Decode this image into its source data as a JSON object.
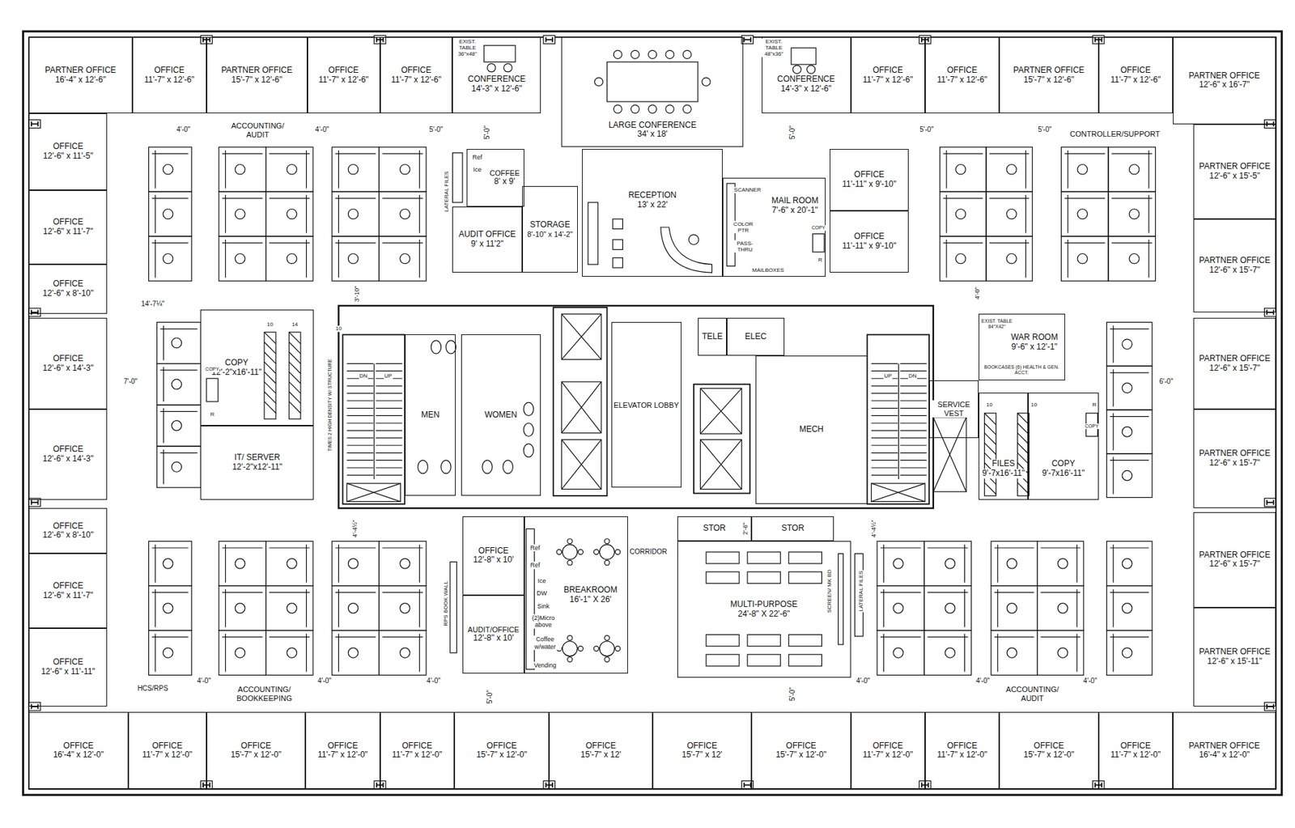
{
  "diagram": {
    "nodes": [
      {
        "text": [
          "PARTNER OFFICE",
          "16'-4\" x 12'-6\""
        ]
      },
      {
        "text": [
          "OFFICE",
          "11'-7\" x 12'-6\""
        ]
      },
      {
        "text": [
          "PARTNER OFFICE",
          "15'-7\" x 12'-6\""
        ]
      },
      {
        "text": [
          "OFFICE",
          "11'-7\" x 12'-6\""
        ]
      },
      {
        "text": [
          "OFFICE",
          "11'-7\" x 12'-6\""
        ]
      },
      {
        "text": [
          "CONFERENCE",
          "14'-3\" x 12'-6\""
        ]
      },
      {
        "text": [
          "LARGE CONFERENCE",
          "34' x 18'"
        ]
      },
      {
        "text": [
          "CONFERENCE",
          "14'-3\" x 12'-6\""
        ]
      },
      {
        "text": [
          "OFFICE",
          "11'-7\" x 12'-6\""
        ]
      },
      {
        "text": [
          "OFFICE",
          "11'-7\" x 12'-6\""
        ]
      },
      {
        "text": [
          "PARTNER OFFICE",
          "15'-7\" x 12'-6\""
        ]
      },
      {
        "text": [
          "OFFICE",
          "11'-7\" x 12'-6\""
        ]
      },
      {
        "text": [
          "PARTNER OFFICE",
          "12'-6\" x 16'-7\""
        ]
      },
      {
        "text": [
          "OFFICE",
          "12'-6\" x 11'-5\""
        ]
      },
      {
        "text": [
          "OFFICE",
          "12'-6\" x 11'-7\""
        ]
      },
      {
        "text": [
          "OFFICE",
          "12'-6\" x 8'-10\""
        ]
      },
      {
        "text": [
          "COFFEE",
          "8' x 9'"
        ]
      },
      {
        "text": [
          "AUDIT OFFICE",
          "9' x 11'2\""
        ]
      },
      {
        "text": [
          "STORAGE",
          "8'-10\" x 14'-2\""
        ]
      },
      {
        "text": [
          "RECEPTION",
          "13' x 22'"
        ]
      },
      {
        "text": [
          "MAIL ROOM",
          "7'-6\" x 20'-1\""
        ]
      },
      {
        "text": [
          "OFFICE",
          "11'-11\" x 9'-10\""
        ]
      },
      {
        "text": [
          "OFFICE",
          "11'-11\" x 9'-10\""
        ]
      },
      {
        "text": [
          "PARTNER OFFICE",
          "12'-6\" x 15'-5\""
        ]
      },
      {
        "text": [
          "PARTNER OFFICE",
          "12'-6\" x 15'-7\""
        ]
      },
      {
        "text": [
          "OFFICE",
          "12'-6\" x 14'-3\""
        ]
      },
      {
        "text": [
          "COPY",
          "12'-2\"x16'-11\""
        ]
      },
      {
        "text": [
          "MEN"
        ]
      },
      {
        "text": [
          "WOMEN"
        ]
      },
      {
        "text": [
          "ELEVATOR LOBBY"
        ]
      },
      {
        "text": [
          "TELE"
        ]
      },
      {
        "text": [
          "ELEC"
        ]
      },
      {
        "text": [
          "MECH"
        ]
      },
      {
        "text": [
          "WAR ROOM",
          "9'-6\" x 12'-1\""
        ]
      },
      {
        "text": [
          "SERVICE VEST"
        ]
      },
      {
        "text": [
          "PARTNER OFFICE",
          "12'-6\" x 15'-7\""
        ]
      },
      {
        "text": [
          "OFFICE",
          "12'-6\" x 14'-3\""
        ]
      },
      {
        "text": [
          "IT/ SERVER",
          "12'-2\"x12'-11\""
        ]
      },
      {
        "text": [
          "FILES",
          "9'-7x16'-11\""
        ]
      },
      {
        "text": [
          "COPY",
          "9'-7x16'-11\""
        ]
      },
      {
        "text": [
          "PARTNER OFFICE",
          "12'-6\" x 15'-7\""
        ]
      },
      {
        "text": [
          "OFFICE",
          "12'-6\" x 8'-10\""
        ]
      },
      {
        "text": [
          "STOR"
        ]
      },
      {
        "text": [
          "STOR"
        ]
      },
      {
        "text": [
          "OFFICE",
          "12'-8\" x 10'"
        ]
      },
      {
        "text": [
          "BREAKROOM",
          "16'-1\" X 26'"
        ]
      },
      {
        "text": [
          "MULTI-PURPOSE",
          "24'-8\" X 22'-6\""
        ]
      },
      {
        "text": [
          "PARTNER OFFICE",
          "12'-6\" x 15'-7\""
        ]
      },
      {
        "text": [
          "OFFICE",
          "12'-6\" x 11'-7\""
        ]
      },
      {
        "text": [
          "AUDIT/OFFICE",
          "12'-8\" x 10'"
        ]
      },
      {
        "text": [
          "PARTNER OFFICE",
          "12'-6\" x 15'-11\""
        ]
      },
      {
        "text": [
          "OFFICE",
          "12'-6\" x 11'-11\""
        ]
      },
      {
        "text": [
          "OFFICE",
          "16'-4\" x 12'-0\""
        ]
      },
      {
        "text": [
          "OFFICE",
          "11'-7\" x 12'-0\""
        ]
      },
      {
        "text": [
          "OFFICE",
          "15'-7\" x 12'-0\""
        ]
      },
      {
        "text": [
          "OFFICE",
          "11'-7\" x 12'-0\""
        ]
      },
      {
        "text": [
          "OFFICE",
          "11'-7\" x 12'-0\""
        ]
      },
      {
        "text": [
          "OFFICE",
          "15'-7\" x 12'-0\""
        ]
      },
      {
        "text": [
          "OFFICE",
          "15'-7\" x 12'"
        ]
      },
      {
        "text": [
          "OFFICE",
          "15'-7\" x 12'"
        ]
      },
      {
        "text": [
          "OFFICE",
          "15'-7\" x 12'-0\""
        ]
      },
      {
        "text": [
          "OFFICE",
          "11'-7\" x 12'-0\""
        ]
      },
      {
        "text": [
          "OFFICE",
          "11'-7\" x 12'-0\""
        ]
      },
      {
        "text": [
          "OFFICE",
          "15'-7\" x 12'-0\""
        ]
      },
      {
        "text": [
          "OFFICE",
          "11'-7\" x 12'-0\""
        ]
      },
      {
        "text": [
          "PARTNER OFFICE",
          "16'-4\" x 12'-0\""
        ]
      }
    ],
    "labels": [
      "EXIST. TABLE 36\"x48\"",
      "EXIST. TABLE 48\"x36\"",
      "ACCOUNTING/ AUDIT",
      "4'-0\"",
      "4'-0\"",
      "5'-0\"",
      "5'-0\"",
      "5'-0\"",
      "5'-0\"",
      "5'-0\"",
      "CONTROLLER/SUPPORT",
      "LATERAL FILES",
      "Ref",
      "Ice",
      "SCANNER",
      "COLOR PTR",
      "PASS-THRU",
      "MAILBOXES",
      "COPY",
      "R",
      "14'-7¼\"",
      "3'-10\"",
      "4'-0\"",
      "7'-0\"",
      "6'-0\"",
      "COPY",
      "R",
      "10",
      "14",
      "TIMES 2 HIGH DENSITY W/ STRUCTURE",
      "10",
      "DN",
      "UP",
      "UP",
      "DN",
      "R",
      "COPY",
      "10",
      "10",
      "4'-4½\"",
      "2'-6\"",
      "4'-4½\"",
      "RPS BOOK WALL",
      "SCREEN/ MK BD",
      "LATERAL FILES",
      "HCS/RPS",
      "4'-0\"",
      "4'-0\"",
      "4'-0\"",
      "ACCOUNTING/ BOOKKEEPING",
      "5'-0\"",
      "5'-0\"",
      "4'-0\"",
      "4'-0\"",
      "ACCOUNTING/ AUDIT",
      "4'-0\"",
      "Ref",
      "Ref",
      "Ice",
      "DW",
      "Sink",
      "(2)Micro above",
      "Coffee w/water",
      "Vending",
      "EXIST. TABLE 84\"X42\"",
      "BOOKCASES (6) HEALTH & GEN. ACCT.",
      "CORRIDOR"
    ]
  }
}
